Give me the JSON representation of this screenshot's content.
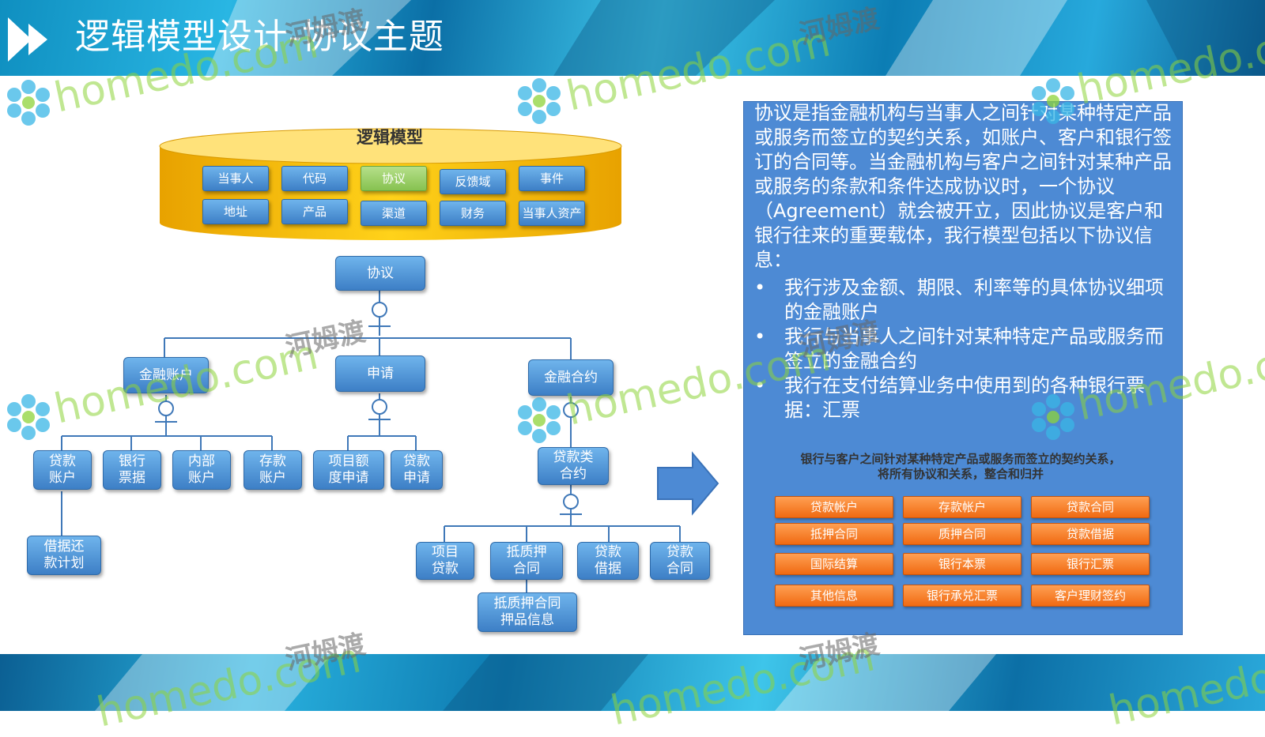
{
  "slide": {
    "title": "逻辑模型设计-协议主题"
  },
  "model": {
    "title": "逻辑模型",
    "entities": [
      "当事人",
      "代码",
      "协议",
      "反馈域",
      "事件",
      "地址",
      "产品",
      "渠道",
      "财务",
      "当事人资产"
    ],
    "highlighted_entity": "协议"
  },
  "tree": {
    "root": "协议",
    "level1": [
      "金融账户",
      "申请",
      "金融合约"
    ],
    "account_children": [
      "贷款\n账户",
      "银行\n票据",
      "内部\n账户",
      "存款\n账户"
    ],
    "loan_account_child": "借据还\n款计划",
    "application_children": [
      "项目额\n度申请",
      "贷款\n申请"
    ],
    "contract_child": "贷款类\n合约",
    "loan_contract_children": [
      "项目\n贷款",
      "抵质押\n合同",
      "贷款\n借据",
      "贷款\n合同"
    ],
    "collateral_child": "抵质押合同\n押品信息"
  },
  "description": {
    "paragraph": "协议是指金融机构与当事人之间针对某种特定产品或服务而签立的契约关系，如账户、客户和银行签订的合同等。当金融机构与客户之间针对某种产品或服务的条款和条件达成协议时，一个协议（Agreement）就会被开立，因此协议是客户和银行往来的重要载体，我行模型包括以下协议信息：",
    "bullet_symbol": "•",
    "bullets": [
      "我行涉及金额、期限、利率等的具体协议细项的金融账户",
      "我行与当事人之间针对某种特定产品或服务而签立的金融合约",
      "我行在支付结算业务中使用到的各种银行票据：汇票"
    ]
  },
  "summary": {
    "title": "银行与客户之间针对某种特定产品或服务而签立的契约关系，\n将所有协议和关系，整合和归并",
    "items": [
      "贷款帐户",
      "存款帐户",
      "贷款合同",
      "抵押合同",
      "质押合同",
      "贷款借据",
      "国际结算",
      "银行本票",
      "银行汇票",
      "其他信息",
      "银行承兑汇票",
      "客户理财签约"
    ]
  },
  "watermarks": {
    "en": "homedo.com",
    "cn": "河姆渡"
  },
  "colors": {
    "node_blue": "#4a8fd6",
    "highlight_green": "#9ed36a",
    "db_gold": "#f5b800",
    "panel_blue": "#4d8ad4",
    "item_orange": "#f27a1a",
    "banner_cyan": "#1aa6d8"
  }
}
